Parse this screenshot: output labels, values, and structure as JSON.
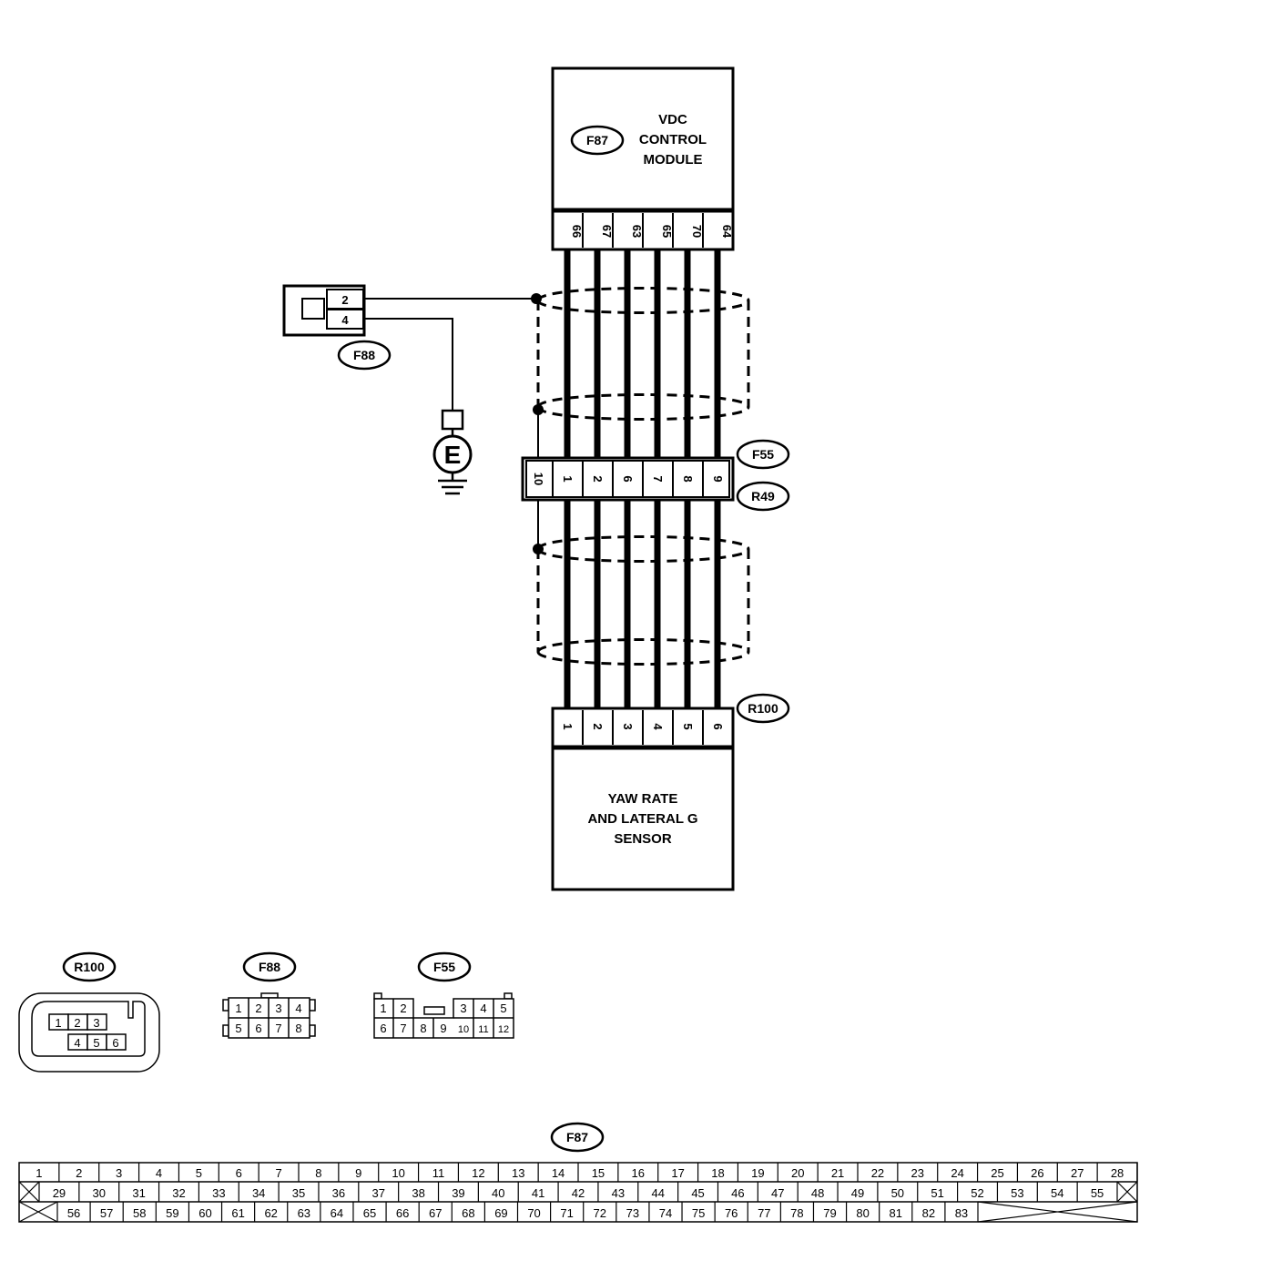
{
  "modules": {
    "vdc": {
      "tag": "F87",
      "lines": [
        "VDC",
        "CONTROL",
        "MODULE"
      ]
    },
    "sensor": {
      "tag": "R100",
      "lines": [
        "YAW RATE",
        "AND LATERAL G",
        "SENSOR"
      ]
    }
  },
  "pins": {
    "vdc_top": [
      "66",
      "67",
      "63",
      "65",
      "70",
      "64"
    ],
    "mid_connector": [
      "10",
      "1",
      "2",
      "6",
      "7",
      "8",
      "9"
    ],
    "sensor": [
      "1",
      "2",
      "3",
      "4",
      "5",
      "6"
    ],
    "f88": [
      "2",
      "4"
    ]
  },
  "tags": {
    "f88": "F88",
    "f55": "F55",
    "r49": "R49",
    "ground": "E"
  },
  "connector_views": {
    "r100": {
      "tag": "R100",
      "row1": [
        "1",
        "2",
        "3"
      ],
      "row2": [
        "4",
        "5",
        "6"
      ]
    },
    "f88": {
      "tag": "F88",
      "row1": [
        "1",
        "2",
        "3",
        "4"
      ],
      "row2": [
        "5",
        "6",
        "7",
        "8"
      ]
    },
    "f55": {
      "tag": "F55",
      "row1": [
        "1",
        "2",
        "3",
        "4",
        "5"
      ],
      "row2": [
        "6",
        "7",
        "8",
        "9",
        "10",
        "11",
        "12"
      ]
    },
    "f87": {
      "tag": "F87",
      "row1": [
        "1",
        "2",
        "3",
        "4",
        "5",
        "6",
        "7",
        "8",
        "9",
        "10",
        "11",
        "12",
        "13",
        "14",
        "15",
        "16",
        "17",
        "18",
        "19",
        "20",
        "21",
        "22",
        "23",
        "24",
        "25",
        "26",
        "27",
        "28"
      ],
      "row2": [
        "29",
        "30",
        "31",
        "32",
        "33",
        "34",
        "35",
        "36",
        "37",
        "38",
        "39",
        "40",
        "41",
        "42",
        "43",
        "44",
        "45",
        "46",
        "47",
        "48",
        "49",
        "50",
        "51",
        "52",
        "53",
        "54",
        "55"
      ],
      "row3": [
        "56",
        "57",
        "58",
        "59",
        "60",
        "61",
        "62",
        "63",
        "64",
        "65",
        "66",
        "67",
        "68",
        "69",
        "70",
        "71",
        "72",
        "73",
        "74",
        "75",
        "76",
        "77",
        "78",
        "79",
        "80",
        "81",
        "82",
        "83"
      ]
    }
  }
}
